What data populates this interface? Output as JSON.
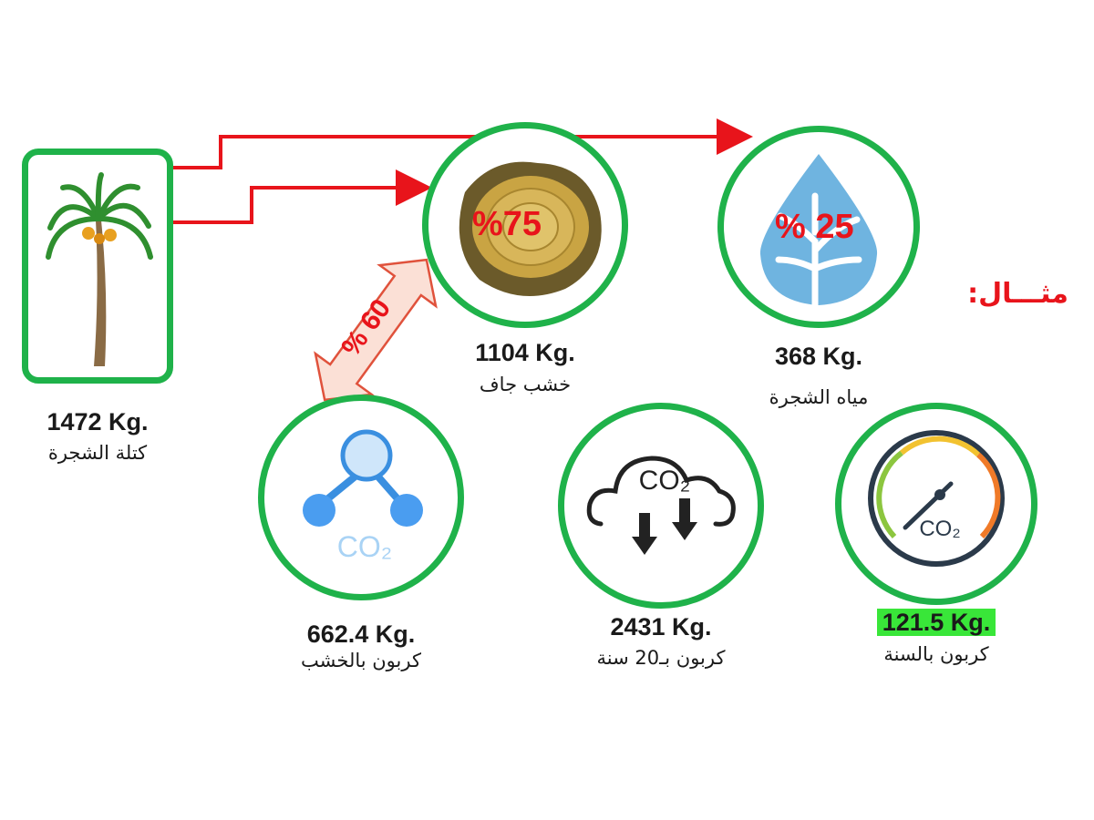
{
  "title": "مثـــال:",
  "tree": {
    "value": "1472 Kg.",
    "label": "كتلة الشجرة"
  },
  "dry_wood": {
    "value": "1104 Kg.",
    "label": "خشب جاف",
    "percent": "%75"
  },
  "water": {
    "value": "368 Kg.",
    "label": "مياه الشجرة",
    "percent": "% 25"
  },
  "wood_carbon": {
    "value": "662.4 Kg.",
    "label": "كربون بالخشب",
    "icon_text": "CO₂"
  },
  "carbon_20y": {
    "value": "2431 Kg.",
    "label": "كربون بـ20 سنة",
    "icon_text": "CO₂"
  },
  "carbon_year": {
    "value": "121.5 Kg.",
    "label": "كربون بالسنة",
    "icon_text": "CO₂"
  },
  "conversion": {
    "percent": "% 60"
  },
  "colors": {
    "ring": "#1fb24a",
    "arrow": "#e8141b",
    "highlight": "#39e639"
  }
}
